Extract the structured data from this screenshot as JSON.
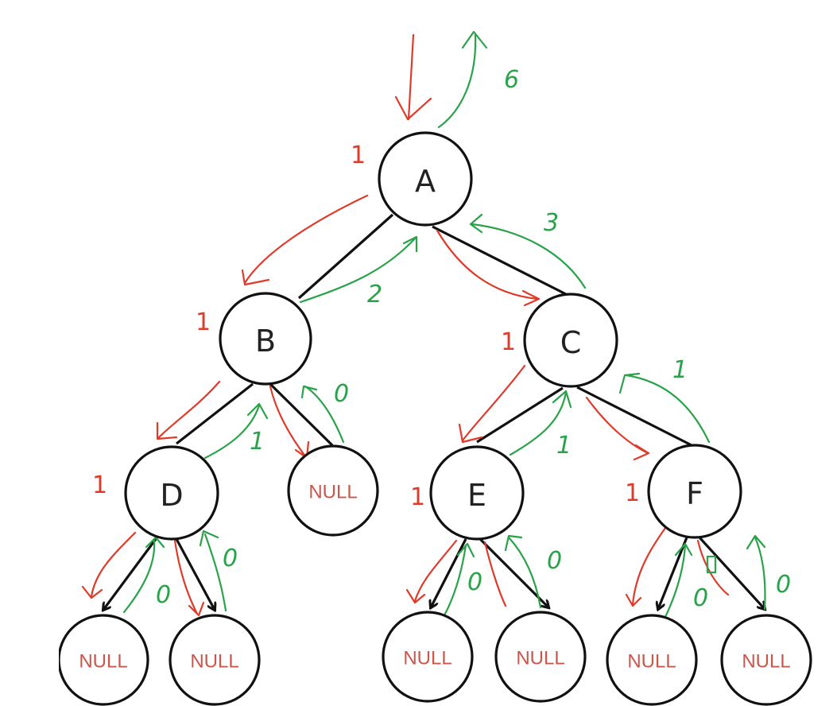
{
  "tree": {
    "nodes": [
      {
        "label": "A"
      },
      {
        "label": "B"
      },
      {
        "label": "C"
      },
      {
        "label": "D"
      },
      {
        "label": "NULL"
      },
      {
        "label": "E"
      },
      {
        "label": "F"
      },
      {
        "label": "NULL"
      },
      {
        "label": "NULL"
      },
      {
        "label": "NULL"
      },
      {
        "label": "NULL"
      },
      {
        "label": "NULL"
      },
      {
        "label": "NULL"
      }
    ]
  },
  "annotations": {
    "red_marks": [
      "1",
      "1",
      "1",
      "1",
      "1",
      "1"
    ],
    "green_marks": [
      "6",
      "3",
      "2",
      "1",
      "0",
      "1",
      "1",
      "0",
      "0",
      "0",
      "0",
      "0",
      "0"
    ]
  },
  "colors": {
    "red": "#de3b2b",
    "green": "#2aa24a",
    "null_text": "#c9574b"
  }
}
